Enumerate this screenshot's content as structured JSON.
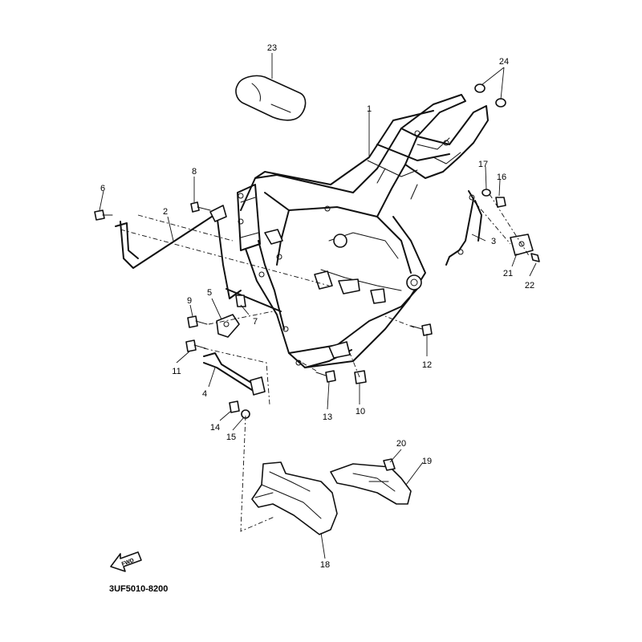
{
  "diagram": {
    "part_numbers": [
      "1",
      "2",
      "3",
      "4",
      "5",
      "6",
      "7",
      "8",
      "9",
      "10",
      "11",
      "12",
      "13",
      "14",
      "15",
      "16",
      "17",
      "18",
      "19",
      "20",
      "21",
      "22",
      "23",
      "24"
    ],
    "drawing_code": "3UF5010-8200",
    "fwd_arrow_label": "FWD"
  }
}
